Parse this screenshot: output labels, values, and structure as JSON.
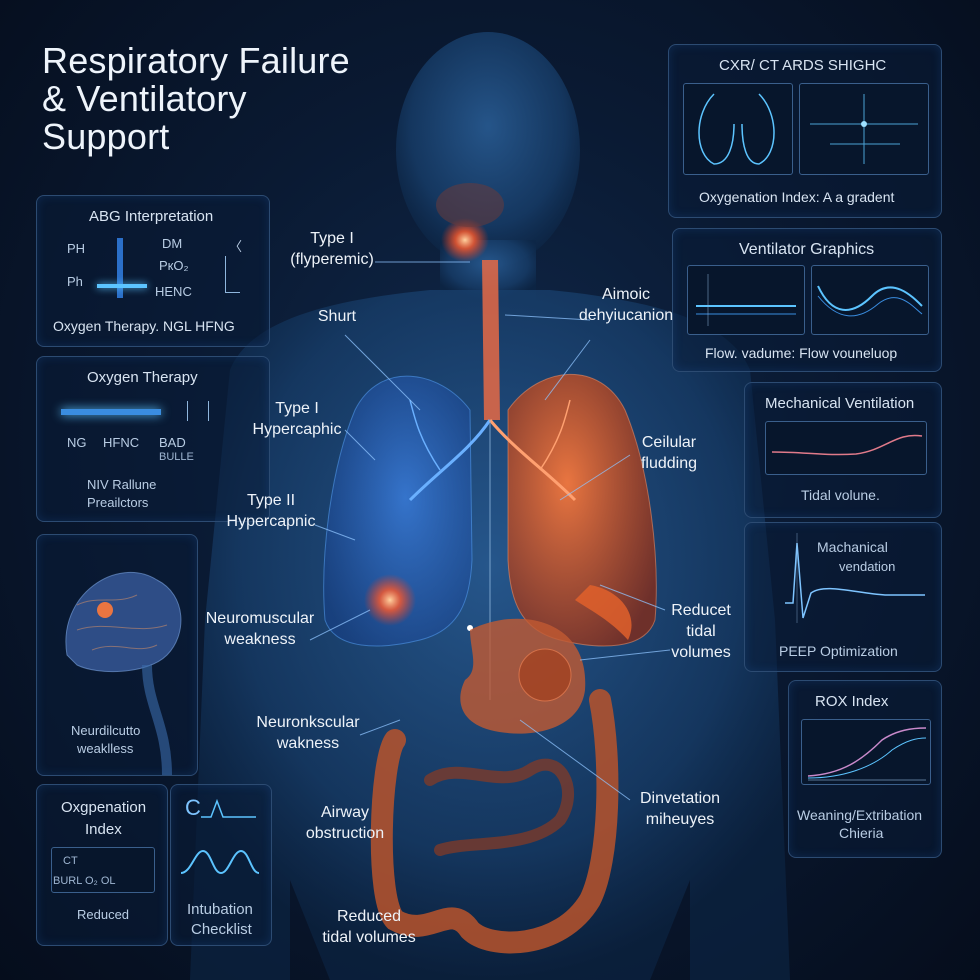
{
  "title": {
    "line1": "Respiratory Failure",
    "line2": "& Ventilatory",
    "line3": "Support"
  },
  "left_panels": {
    "abg": {
      "title": "ABG Interpretation",
      "r1a": "PH",
      "r1b": "DM",
      "r1c": "〈",
      "r2a": "Ph",
      "r2b": "PкO₂",
      "r3b": "HENC",
      "footer": "Oxygen Therapy. NGL HFNG"
    },
    "oxygen": {
      "title": "Oxygen Therapy",
      "c1": "NG",
      "c2": "HFNC",
      "c3": "BAD",
      "c3sub": "BULLE",
      "footer1": "NIV Rallune",
      "footer2": "Preailctors"
    },
    "neuro": {
      "line1": "Neurdilcutto",
      "line2": "weaklless"
    },
    "oxy_index": {
      "line1": "Oxgpenation",
      "line2": "Index",
      "chip1": "CT",
      "chip2": "BURL O₂ OL",
      "footer": "Reduced"
    },
    "intubation": {
      "glyph": "C",
      "line1": "Intubation",
      "line2": "Checklist"
    }
  },
  "right_panels": {
    "cxr": {
      "title": "CXR/ CT ARDS SHIGHC",
      "footer": "Oxygenation Index: A a gradent"
    },
    "vent_graphics": {
      "title": "Ventilator  Graphics",
      "footer": "Flow. vadume:  Flow vouneluop"
    },
    "mech_vent": {
      "title": "Mechanical Ventilation",
      "footer": "Tidal volune."
    },
    "peep": {
      "line1": "Machanical",
      "line2": "vendation",
      "footer": "PEEP Optimization"
    },
    "rox": {
      "title": "ROX Index",
      "footer1": "Weaning/Extribation",
      "footer2": "Chieria"
    }
  },
  "body_labels": {
    "type1a": "Type I",
    "type1b": "(flyperemic)",
    "shunt": "Shurt",
    "type1c": "Type I",
    "hypercaphic": "Hypercaphic",
    "type2": "Type II",
    "hypercapnic": "Hypercapnic",
    "neuro1": "Neuromuscular",
    "weakness1": "weakness",
    "neuro2": "Neuronkscular",
    "weakness2": "wakness",
    "airway1": "Airway",
    "airway2": "obstruction",
    "reduced1": "Reduced",
    "tidal1": "tidal volumes",
    "aimoic": "Aimoic",
    "dehy": "dehyiucanion",
    "cellular": "Ceilular",
    "flooding": "fludding",
    "reduced2": "Reducet",
    "tidal2a": "tidal",
    "volumes2": "volumes",
    "dinv": "Dinvetation",
    "mih": "mihеuyes"
  },
  "colors": {
    "left_lung": "#2f6fd6",
    "right_lung": "#e2542a",
    "silhouette": "#1d4a7d",
    "accent_glow": "#4fb3ff"
  }
}
